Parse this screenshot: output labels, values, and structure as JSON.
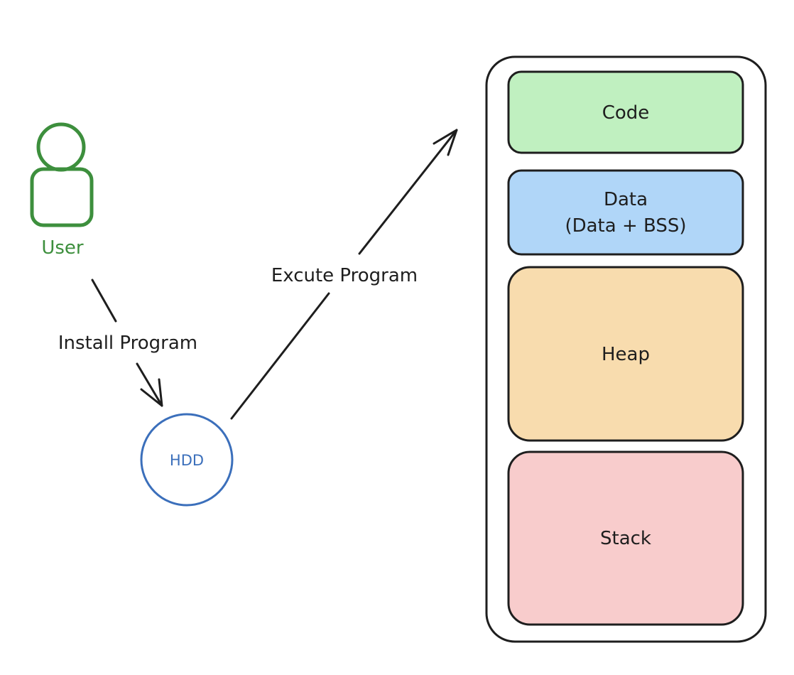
{
  "user": {
    "label": "User",
    "color": "#3d8f3d"
  },
  "hdd": {
    "label": "HDD",
    "color": "#3b6fbb"
  },
  "arrows": {
    "install_label": "Install Program",
    "execute_label": "Excute Program"
  },
  "memory": {
    "segments": [
      {
        "id": "code",
        "label": "Code",
        "label2": "",
        "fill": "#c0f0c0"
      },
      {
        "id": "data",
        "label": "Data",
        "label2": "(Data + BSS)",
        "fill": "#b0d6f8"
      },
      {
        "id": "heap",
        "label": "Heap",
        "label2": "",
        "fill": "#f8dcae"
      },
      {
        "id": "stack",
        "label": "Stack",
        "label2": "",
        "fill": "#f8cccc"
      }
    ]
  }
}
